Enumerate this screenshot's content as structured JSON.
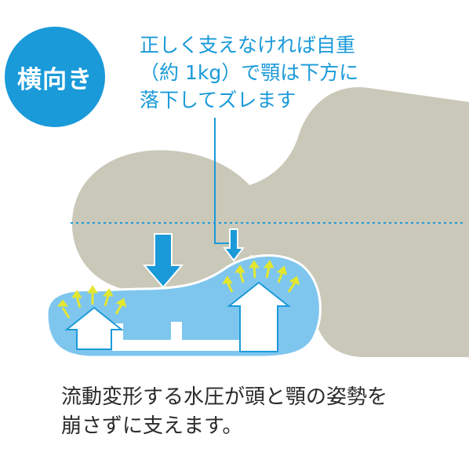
{
  "badge": {
    "label": "横向き"
  },
  "callout": {
    "lines": [
      "正しく支えなければ自重",
      "（約 1kg）で顎は下方に",
      "落下してズレます"
    ]
  },
  "caption": {
    "lines": [
      "流動変形する水圧が頭と顎の姿勢を",
      "崩さずに支えます。"
    ]
  },
  "colors": {
    "accent": "#1a9ad9",
    "head": "#c9c8b9",
    "pillow_fill": "#7fc6ef",
    "pressure_arrow": "#e3e62f",
    "text": "#2a2a2a"
  }
}
